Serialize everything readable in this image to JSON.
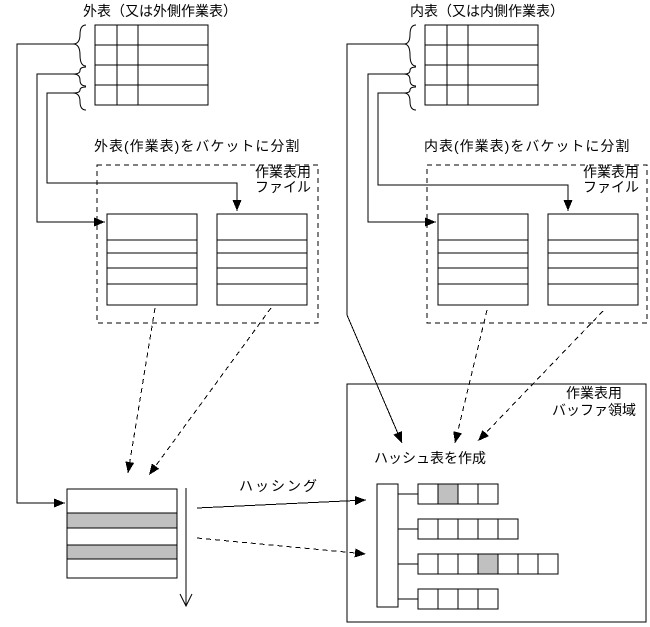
{
  "labels": {
    "outer_table_title": "外表（又は外側作業表）",
    "inner_table_title": "内表（又は内側作業表）",
    "outer_split": "外表(作業表)をバケットに分割",
    "inner_split": "内表(作業表)をバケットに分割",
    "outer_file_line1": "作業表用",
    "outer_file_line2": "ファイル",
    "inner_file_line1": "作業表用",
    "inner_file_line2": "ファイル",
    "buffer_line1": "作業表用",
    "buffer_line2": "バッファ領域",
    "hash_create": "ハッシュ表を作成",
    "hashing": "ハッシング"
  },
  "colors": {
    "line": "#000000",
    "background": "#ffffff",
    "shade": "#c0c0c0"
  },
  "structure": {
    "source_tables": {
      "count": 2,
      "rows": 4,
      "columns": 3,
      "bracket_groups": 3
    },
    "file_tables": {
      "count": 4,
      "rows": 5
    },
    "staging_table": {
      "rows": 5,
      "shaded_rows": [
        2,
        4
      ]
    },
    "hash_table": {
      "bucket_slots": 4,
      "chains": [
        {
          "cells": 4,
          "shaded_cell": 2
        },
        {
          "cells": 5,
          "shaded_cell": null
        },
        {
          "cells": 7,
          "shaded_cell": 4
        },
        {
          "cells": 4,
          "shaded_cell": null
        }
      ]
    }
  }
}
